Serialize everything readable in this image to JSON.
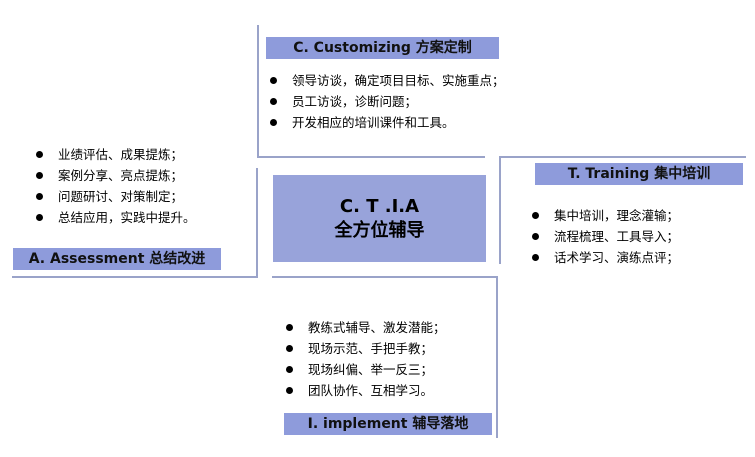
{
  "center": {
    "line1": "C. T .I.A",
    "line2": "全方位辅导"
  },
  "customizing": {
    "title": "C. Customizing 方案定制",
    "items": [
      "领导访谈，确定项目目标、实施重点；",
      "员工访谈，诊断问题；",
      "开发相应的培训课件和工具。"
    ]
  },
  "assessment": {
    "title": "A. Assessment 总结改进",
    "items": [
      "业绩评估、成果提炼；",
      "案例分享、亮点提炼；",
      "问题研讨、对策制定；",
      "总结应用，实践中提升。"
    ]
  },
  "training": {
    "title": "T. Training 集中培训",
    "items": [
      "集中培训，理念灌输；",
      "流程梳理、工具导入；",
      "话术学习、演练点评；"
    ]
  },
  "implement": {
    "title": "I. implement 辅导落地",
    "items": [
      "教练式辅导、激发潜能；",
      "现场示范、手把手教；",
      "现场纠偏、举一反三；",
      "团队协作、互相学习。"
    ]
  }
}
